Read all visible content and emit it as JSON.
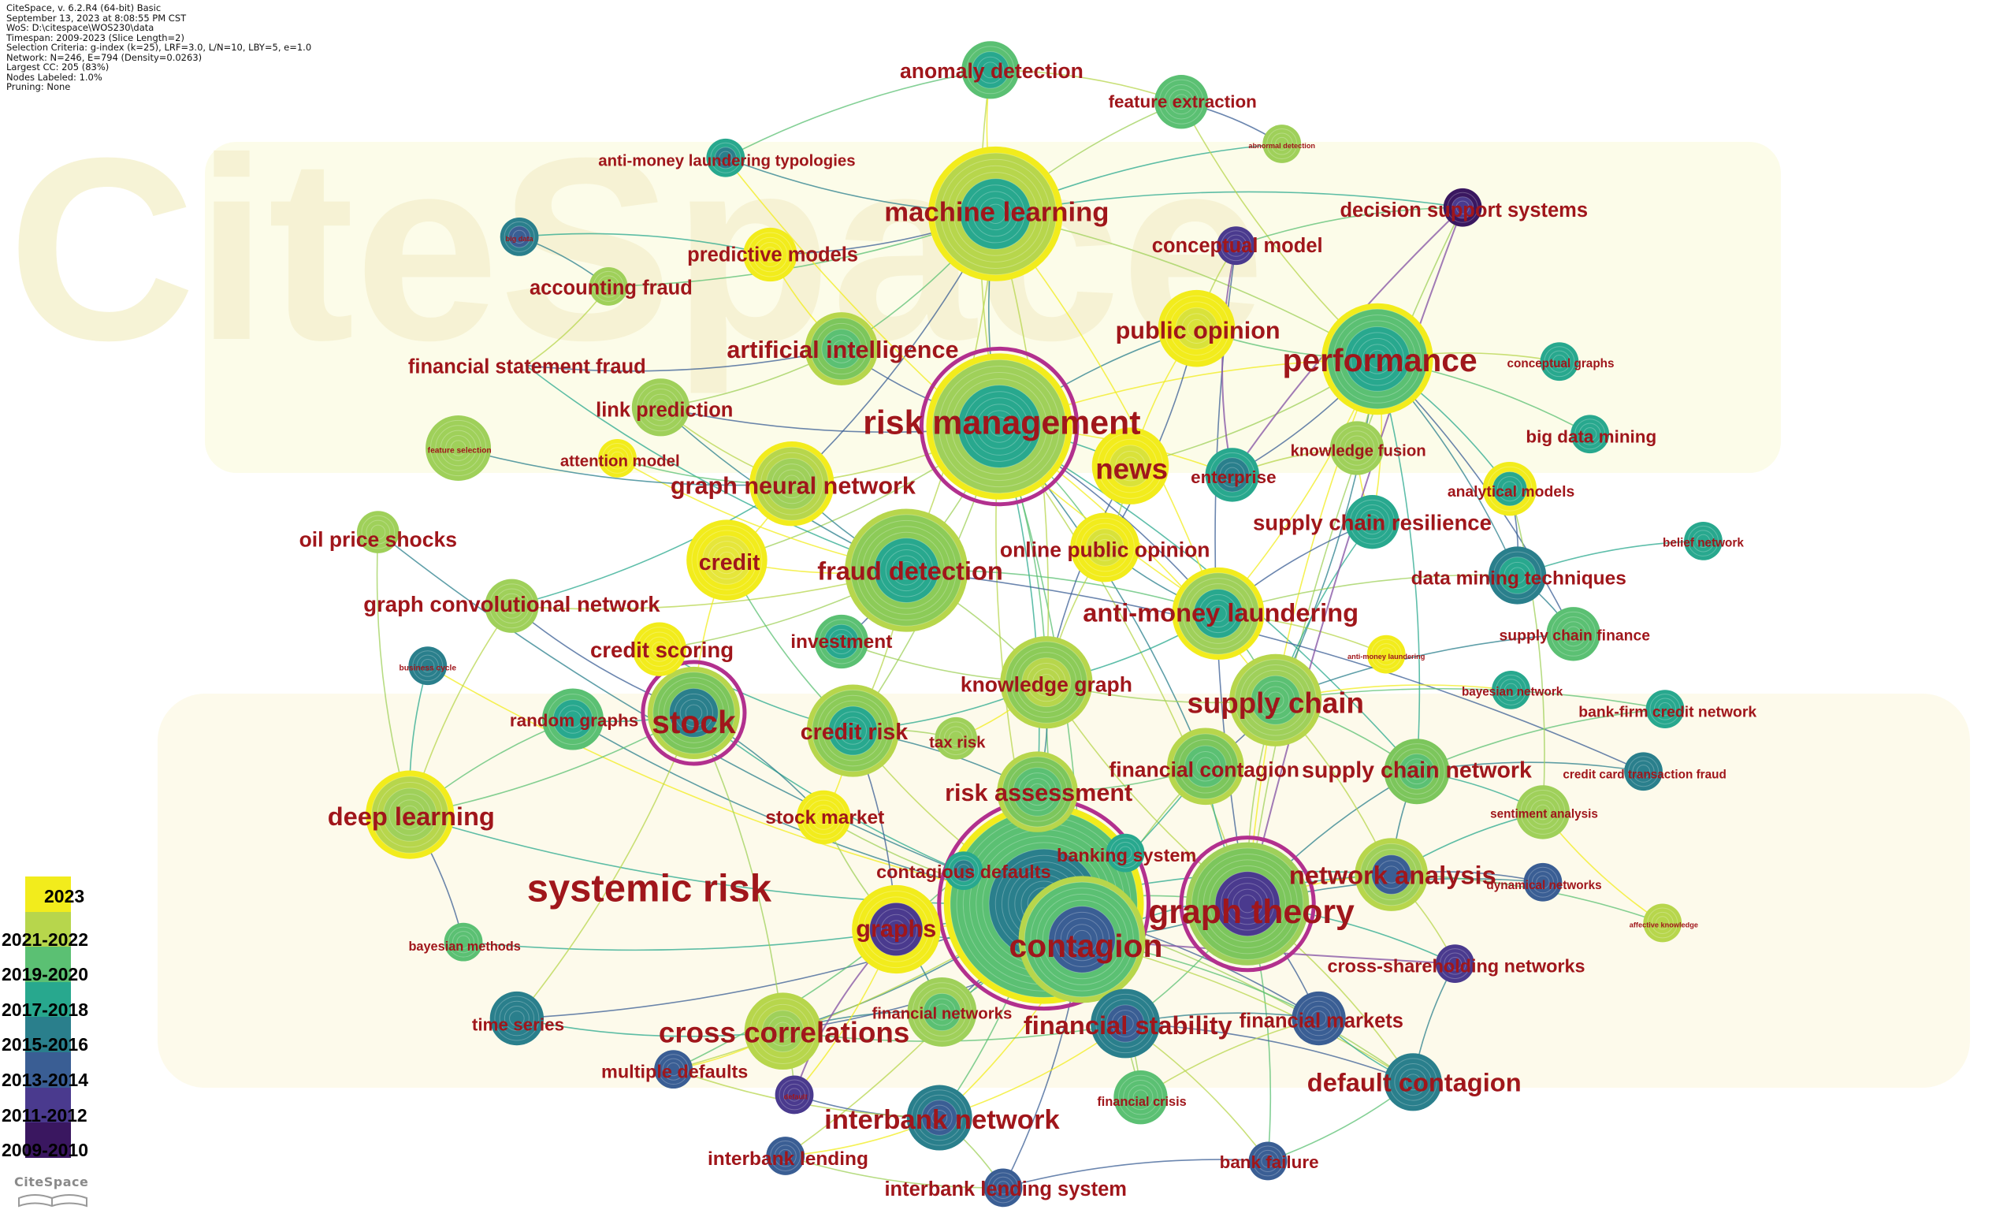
{
  "meta": [
    "CiteSpace, v. 6.2.R4 (64-bit) Basic",
    "September 13, 2023 at 8:08:55 PM CST",
    "WoS: D:\\citespace\\WOS230\\data",
    "Timespan: 2009-2023 (Slice Length=2)",
    "Selection Criteria: g-index (k=25), LRF=3.0, L/N=10, LBY=5, e=1.0",
    "Network: N=246, E=794 (Density=0.0263)",
    "Largest CC: 205 (83%)",
    "Nodes Labeled: 1.0%",
    "Pruning: None"
  ],
  "watermark": "CiteSpace",
  "logo": "CiteSpace",
  "legend": [
    {
      "label": "2023",
      "color": "#f2ec1c"
    },
    {
      "label": "2021-2022",
      "color": "#b7d64c"
    },
    {
      "label": "2019-2020",
      "color": "#5bc073"
    },
    {
      "label": "2017-2018",
      "color": "#28a88e"
    },
    {
      "label": "2015-2016",
      "color": "#2a7f8c"
    },
    {
      "label": "2013-2014",
      "color": "#3a5e94"
    },
    {
      "label": "2011-2012",
      "color": "#4a3a8e"
    },
    {
      "label": "2009-2010",
      "color": "#3a1760"
    }
  ],
  "nodes": [
    {
      "id": "sr",
      "label": "systemic risk",
      "r": 104,
      "c": "#5bc073",
      "core": "#2a7f8c",
      "ring": "#f2ec1c",
      "burst": true,
      "fs": 48
    },
    {
      "id": "rm",
      "label": "risk management",
      "r": 76,
      "c": "#9fd05a",
      "core": "#28a88e",
      "ring": "#f2ec1c",
      "burst": true,
      "fs": 42
    },
    {
      "id": "gt",
      "label": "graph theory",
      "r": 64,
      "c": "#7cc65c",
      "core": "#4a3a8e",
      "ring": "#9fd05a",
      "burst": true,
      "fs": 42
    },
    {
      "id": "ml",
      "label": "machine learning",
      "r": 70,
      "c": "#b7d64c",
      "core": "#28a88e",
      "ring": "#f2ec1c",
      "fs": 34
    },
    {
      "id": "pf",
      "label": "performance",
      "r": 58,
      "c": "#5bc073",
      "core": "#28a88e",
      "ring": "#f2ec1c",
      "fs": 40
    },
    {
      "id": "ct",
      "label": "contagion",
      "r": 66,
      "c": "#5bc073",
      "core": "#3a5e94",
      "ring": "#b7d64c",
      "fs": 40
    },
    {
      "id": "fd",
      "label": "fraud detection",
      "r": 64,
      "c": "#8ccb58",
      "core": "#28a88e",
      "ring": "#b7d64c",
      "fs": 32
    },
    {
      "id": "st",
      "label": "stock",
      "r": 48,
      "c": "#7cc65c",
      "core": "#2a7f8c",
      "ring": "#b7d64c",
      "burst": true,
      "fs": 40
    },
    {
      "id": "aml",
      "label": "anti-money laundering",
      "r": 48,
      "c": "#9fd05a",
      "core": "#28a88e",
      "ring": "#f2ec1c",
      "fs": 32
    },
    {
      "id": "sc",
      "label": "supply chain",
      "r": 48,
      "c": "#9fd05a",
      "core": "#5bc073",
      "ring": "#b7d64c",
      "fs": 36
    },
    {
      "id": "kg",
      "label": "knowledge graph",
      "r": 48,
      "c": "#8ccb58",
      "core": "#b7d64c",
      "ring": "#b7d64c",
      "fs": 26
    },
    {
      "id": "cr",
      "label": "credit risk",
      "r": 48,
      "c": "#8ccb58",
      "core": "#28a88e",
      "ring": "#b7d64c",
      "fs": 28
    },
    {
      "id": "gnn",
      "label": "graph neural network",
      "r": 44,
      "c": "#b7d64c",
      "core": "#9fd05a",
      "ring": "#f2ec1c",
      "fs": 30
    },
    {
      "id": "dl",
      "label": "deep learning",
      "r": 46,
      "c": "#b7d64c",
      "core": "#9fd05a",
      "ring": "#f2ec1c",
      "fs": 32
    },
    {
      "id": "fs",
      "label": "financial stability",
      "r": 36,
      "c": "#2a7f8c",
      "core": "#3a5e94",
      "ring": "#2a7f8c",
      "fs": 32
    },
    {
      "id": "ccor",
      "label": "cross correlations",
      "r": 40,
      "c": "#b7d64c",
      "core": "#9fd05a",
      "ring": "#b7d64c",
      "fs": 36
    },
    {
      "id": "na",
      "label": "network analysis",
      "r": 38,
      "c": "#9fd05a",
      "core": "#3a5e94",
      "ring": "#b7d64c",
      "fs": 32
    },
    {
      "id": "ra",
      "label": "risk assessment",
      "r": 42,
      "c": "#7cc65c",
      "core": "#5bc073",
      "ring": "#b7d64c",
      "fs": 30
    },
    {
      "id": "fc",
      "label": "financial contagion",
      "r": 40,
      "c": "#7cc65c",
      "core": "#5bc073",
      "ring": "#b7d64c",
      "fs": 26
    },
    {
      "id": "ai",
      "label": "artificial intelligence",
      "r": 38,
      "c": "#7cc65c",
      "core": "#5bc073",
      "ring": "#b7d64c",
      "fs": 30
    },
    {
      "id": "po",
      "label": "public opinion",
      "r": 40,
      "c": "#f2ec1c",
      "core": "#d9e23a",
      "ring": "#f2ec1c",
      "fs": 30
    },
    {
      "id": "news",
      "label": "news",
      "r": 40,
      "c": "#f2ec1c",
      "core": "#d9e23a",
      "ring": "#f2ec1c",
      "fs": 36
    },
    {
      "id": "opo",
      "label": "online public opinion",
      "r": 36,
      "c": "#f2ec1c",
      "core": "#d9e23a",
      "ring": "#f2ec1c",
      "fs": 26
    },
    {
      "id": "credit",
      "label": "credit",
      "r": 42,
      "c": "#f2ec1c",
      "core": "#e6e63a",
      "ring": "#f2ec1c",
      "fs": 28
    },
    {
      "id": "graphs",
      "label": "graphs",
      "r": 46,
      "c": "#f2ec1c",
      "core": "#4a3a8e",
      "ring": "#f2ec1c",
      "fs": 30
    },
    {
      "id": "scn",
      "label": "supply chain network",
      "r": 34,
      "c": "#7cc65c",
      "core": "#5bc073",
      "ring": "#7cc65c",
      "fs": 28
    },
    {
      "id": "ib",
      "label": "interbank network",
      "r": 34,
      "c": "#2a7f8c",
      "core": "#3a5e94",
      "ring": "#2a7f8c",
      "fs": 34
    },
    {
      "id": "dc",
      "label": "default contagion",
      "r": 30,
      "c": "#2a7f8c",
      "core": "#2a7f8c",
      "ring": "#2a7f8c",
      "fs": 32
    },
    {
      "id": "ad",
      "label": "anomaly detection",
      "r": 30,
      "c": "#5bc073",
      "core": "#28a88e",
      "ring": "#5bc073",
      "fs": 26
    },
    {
      "id": "fe",
      "label": "feature extraction",
      "r": 28,
      "c": "#5bc073",
      "core": "#5bc073",
      "ring": "#5bc073",
      "fs": 22
    },
    {
      "id": "pm",
      "label": "predictive models",
      "r": 28,
      "c": "#f2ec1c",
      "core": "#f2ec1c",
      "ring": "#f2ec1c",
      "fs": 25
    },
    {
      "id": "lp",
      "label": "link prediction",
      "r": 30,
      "c": "#9fd05a",
      "core": "#9fd05a",
      "ring": "#9fd05a",
      "fs": 25
    },
    {
      "id": "fsf",
      "label": "financial statement fraud",
      "r": 0,
      "c": "#9fd05a",
      "core": "#9fd05a",
      "ring": "#9fd05a",
      "fs": 25
    },
    {
      "id": "af",
      "label": "accounting fraud",
      "r": 20,
      "c": "#9fd05a",
      "core": "#9fd05a",
      "ring": "#9fd05a",
      "fs": 25
    },
    {
      "id": "amlt",
      "label": "anti-money laundering typologies",
      "r": 20,
      "c": "#28a88e",
      "core": "#2a7f8c",
      "ring": "#28a88e",
      "fs": 20
    },
    {
      "id": "fsel",
      "label": "feature selection",
      "r": 34,
      "c": "#9fd05a",
      "core": "#9fd05a",
      "ring": "#9fd05a",
      "fs": 10
    },
    {
      "id": "am",
      "label": "attention model",
      "r": 20,
      "c": "#f2ec1c",
      "core": "#f2ec1c",
      "ring": "#f2ec1c",
      "fs": 20
    },
    {
      "id": "ops",
      "label": "oil price shocks",
      "r": 22,
      "c": "#9fd05a",
      "core": "#9fd05a",
      "ring": "#9fd05a",
      "fs": 26
    },
    {
      "id": "gcn",
      "label": "graph convolutional network",
      "r": 28,
      "c": "#9fd05a",
      "core": "#9fd05a",
      "ring": "#9fd05a",
      "fs": 27
    },
    {
      "id": "cs",
      "label": "credit scoring",
      "r": 28,
      "c": "#f2ec1c",
      "core": "#f2ec1c",
      "ring": "#f2ec1c",
      "fs": 27
    },
    {
      "id": "inv",
      "label": "investment",
      "r": 28,
      "c": "#5bc073",
      "core": "#28a88e",
      "ring": "#5bc073",
      "fs": 24
    },
    {
      "id": "bc",
      "label": "business cycle",
      "r": 20,
      "c": "#2a7f8c",
      "core": "#2a7f8c",
      "ring": "#2a7f8c",
      "fs": 10
    },
    {
      "id": "rg",
      "label": "random graphs",
      "r": 32,
      "c": "#5bc073",
      "core": "#28a88e",
      "ring": "#5bc073",
      "fs": 22
    },
    {
      "id": "tax",
      "label": "tax risk",
      "r": 22,
      "c": "#9fd05a",
      "core": "#9fd05a",
      "ring": "#9fd05a",
      "fs": 20
    },
    {
      "id": "sm",
      "label": "stock market",
      "r": 28,
      "c": "#f2ec1c",
      "core": "#f2ec1c",
      "ring": "#f2ec1c",
      "fs": 24
    },
    {
      "id": "cd",
      "label": "contagious defaults",
      "r": 20,
      "c": "#28a88e",
      "core": "#2a7f8c",
      "ring": "#28a88e",
      "fs": 23
    },
    {
      "id": "bs",
      "label": "banking system",
      "r": 20,
      "c": "#28a88e",
      "core": "#28a88e",
      "ring": "#28a88e",
      "fs": 23
    },
    {
      "id": "bm",
      "label": "bayesian methods",
      "r": 20,
      "c": "#5bc073",
      "core": "#5bc073",
      "ring": "#5bc073",
      "fs": 16
    },
    {
      "id": "ts",
      "label": "time series",
      "r": 28,
      "c": "#2a7f8c",
      "core": "#2a7f8c",
      "ring": "#2a7f8c",
      "fs": 22
    },
    {
      "id": "md",
      "label": "multiple defaults",
      "r": 20,
      "c": "#3a5e94",
      "core": "#3a5e94",
      "ring": "#3a5e94",
      "fs": 23
    },
    {
      "id": "dflt",
      "label": "default",
      "r": 20,
      "c": "#4a3a8e",
      "core": "#4a3a8e",
      "ring": "#4a3a8e",
      "fs": 9
    },
    {
      "id": "fn",
      "label": "financial networks",
      "r": 36,
      "c": "#9fd05a",
      "core": "#5bc073",
      "ring": "#9fd05a",
      "fs": 20
    },
    {
      "id": "fcr",
      "label": "financial crisis",
      "r": 28,
      "c": "#5bc073",
      "core": "#5bc073",
      "ring": "#5bc073",
      "fs": 16
    },
    {
      "id": "fm",
      "label": "financial markets",
      "r": 28,
      "c": "#3a5e94",
      "core": "#3a5e94",
      "ring": "#3a5e94",
      "fs": 25
    },
    {
      "id": "il",
      "label": "interbank lending",
      "r": 20,
      "c": "#3a5e94",
      "core": "#3a5e94",
      "ring": "#3a5e94",
      "fs": 24
    },
    {
      "id": "ils",
      "label": "interbank lending system",
      "r": 20,
      "c": "#3a5e94",
      "core": "#3a5e94",
      "ring": "#3a5e94",
      "fs": 25
    },
    {
      "id": "bf",
      "label": "bank failure",
      "r": 20,
      "c": "#3a5e94",
      "core": "#3a5e94",
      "ring": "#3a5e94",
      "fs": 22
    },
    {
      "id": "cshn",
      "label": "cross-shareholding networks",
      "r": 20,
      "c": "#4a3a8e",
      "core": "#4a3a8e",
      "ring": "#4a3a8e",
      "fs": 23
    },
    {
      "id": "dn",
      "label": "dynamical networks",
      "r": 20,
      "c": "#3a5e94",
      "core": "#3a5e94",
      "ring": "#3a5e94",
      "fs": 15
    },
    {
      "id": "akn",
      "label": "affective knowledge",
      "r": 20,
      "c": "#b7d64c",
      "core": "#b7d64c",
      "ring": "#b7d64c",
      "fs": 9
    },
    {
      "id": "sa",
      "label": "sentiment analysis",
      "r": 28,
      "c": "#9fd05a",
      "core": "#9fd05a",
      "ring": "#9fd05a",
      "fs": 15
    },
    {
      "id": "cctf",
      "label": "credit card transaction fraud",
      "r": 20,
      "c": "#2a7f8c",
      "core": "#2a7f8c",
      "ring": "#2a7f8c",
      "fs": 15
    },
    {
      "id": "bfcn",
      "label": "bank-firm credit network",
      "r": 20,
      "c": "#28a88e",
      "core": "#28a88e",
      "ring": "#28a88e",
      "fs": 19
    },
    {
      "id": "bn",
      "label": "bayesian network",
      "r": 20,
      "c": "#28a88e",
      "core": "#28a88e",
      "ring": "#28a88e",
      "fs": 15
    },
    {
      "id": "scf",
      "label": "supply chain finance",
      "r": 28,
      "c": "#5bc073",
      "core": "#5bc073",
      "ring": "#5bc073",
      "fs": 19
    },
    {
      "id": "aml2",
      "label": "anti-money laundering",
      "r": 20,
      "c": "#f2ec1c",
      "core": "#f2ec1c",
      "ring": "#f2ec1c",
      "fs": 9
    },
    {
      "id": "dmt",
      "label": "data mining techniques",
      "r": 30,
      "c": "#2a7f8c",
      "core": "#28a88e",
      "ring": "#2a7f8c",
      "fs": 24
    },
    {
      "id": "beln",
      "label": "belief network",
      "r": 20,
      "c": "#28a88e",
      "core": "#28a88e",
      "ring": "#28a88e",
      "fs": 15
    },
    {
      "id": "scr",
      "label": "supply chain resilience",
      "r": 28,
      "c": "#28a88e",
      "core": "#28a88e",
      "ring": "#28a88e",
      "fs": 27
    },
    {
      "id": "am2",
      "label": "analytical models",
      "r": 28,
      "c": "#f2ec1c",
      "core": "#28a88e",
      "ring": "#f2ec1c",
      "fs": 19
    },
    {
      "id": "kf",
      "label": "knowledge fusion",
      "r": 28,
      "c": "#9fd05a",
      "core": "#9fd05a",
      "ring": "#9fd05a",
      "fs": 20
    },
    {
      "id": "ent",
      "label": "enterprise",
      "r": 28,
      "c": "#28a88e",
      "core": "#2a7f8c",
      "ring": "#28a88e",
      "fs": 22
    },
    {
      "id": "bdm",
      "label": "big data mining",
      "r": 20,
      "c": "#28a88e",
      "core": "#28a88e",
      "ring": "#28a88e",
      "fs": 22
    },
    {
      "id": "cg",
      "label": "conceptual graphs",
      "r": 20,
      "c": "#28a88e",
      "core": "#28a88e",
      "ring": "#28a88e",
      "fs": 15
    },
    {
      "id": "cm",
      "label": "conceptual model",
      "r": 20,
      "c": "#4a3a8e",
      "core": "#4a3a8e",
      "ring": "#4a3a8e",
      "fs": 25
    },
    {
      "id": "dss",
      "label": "decision support systems",
      "r": 20,
      "c": "#3a1760",
      "core": "#4a3a8e",
      "ring": "#3a1760",
      "fs": 25
    },
    {
      "id": "abd",
      "label": "abnormal detection",
      "r": 20,
      "c": "#9fd05a",
      "core": "#9fd05a",
      "ring": "#9fd05a",
      "fs": 9
    },
    {
      "id": "bd",
      "label": "big data",
      "r": 20,
      "c": "#2a7f8c",
      "core": "#3a5e94",
      "ring": "#2a7f8c",
      "fs": 9
    }
  ]
}
